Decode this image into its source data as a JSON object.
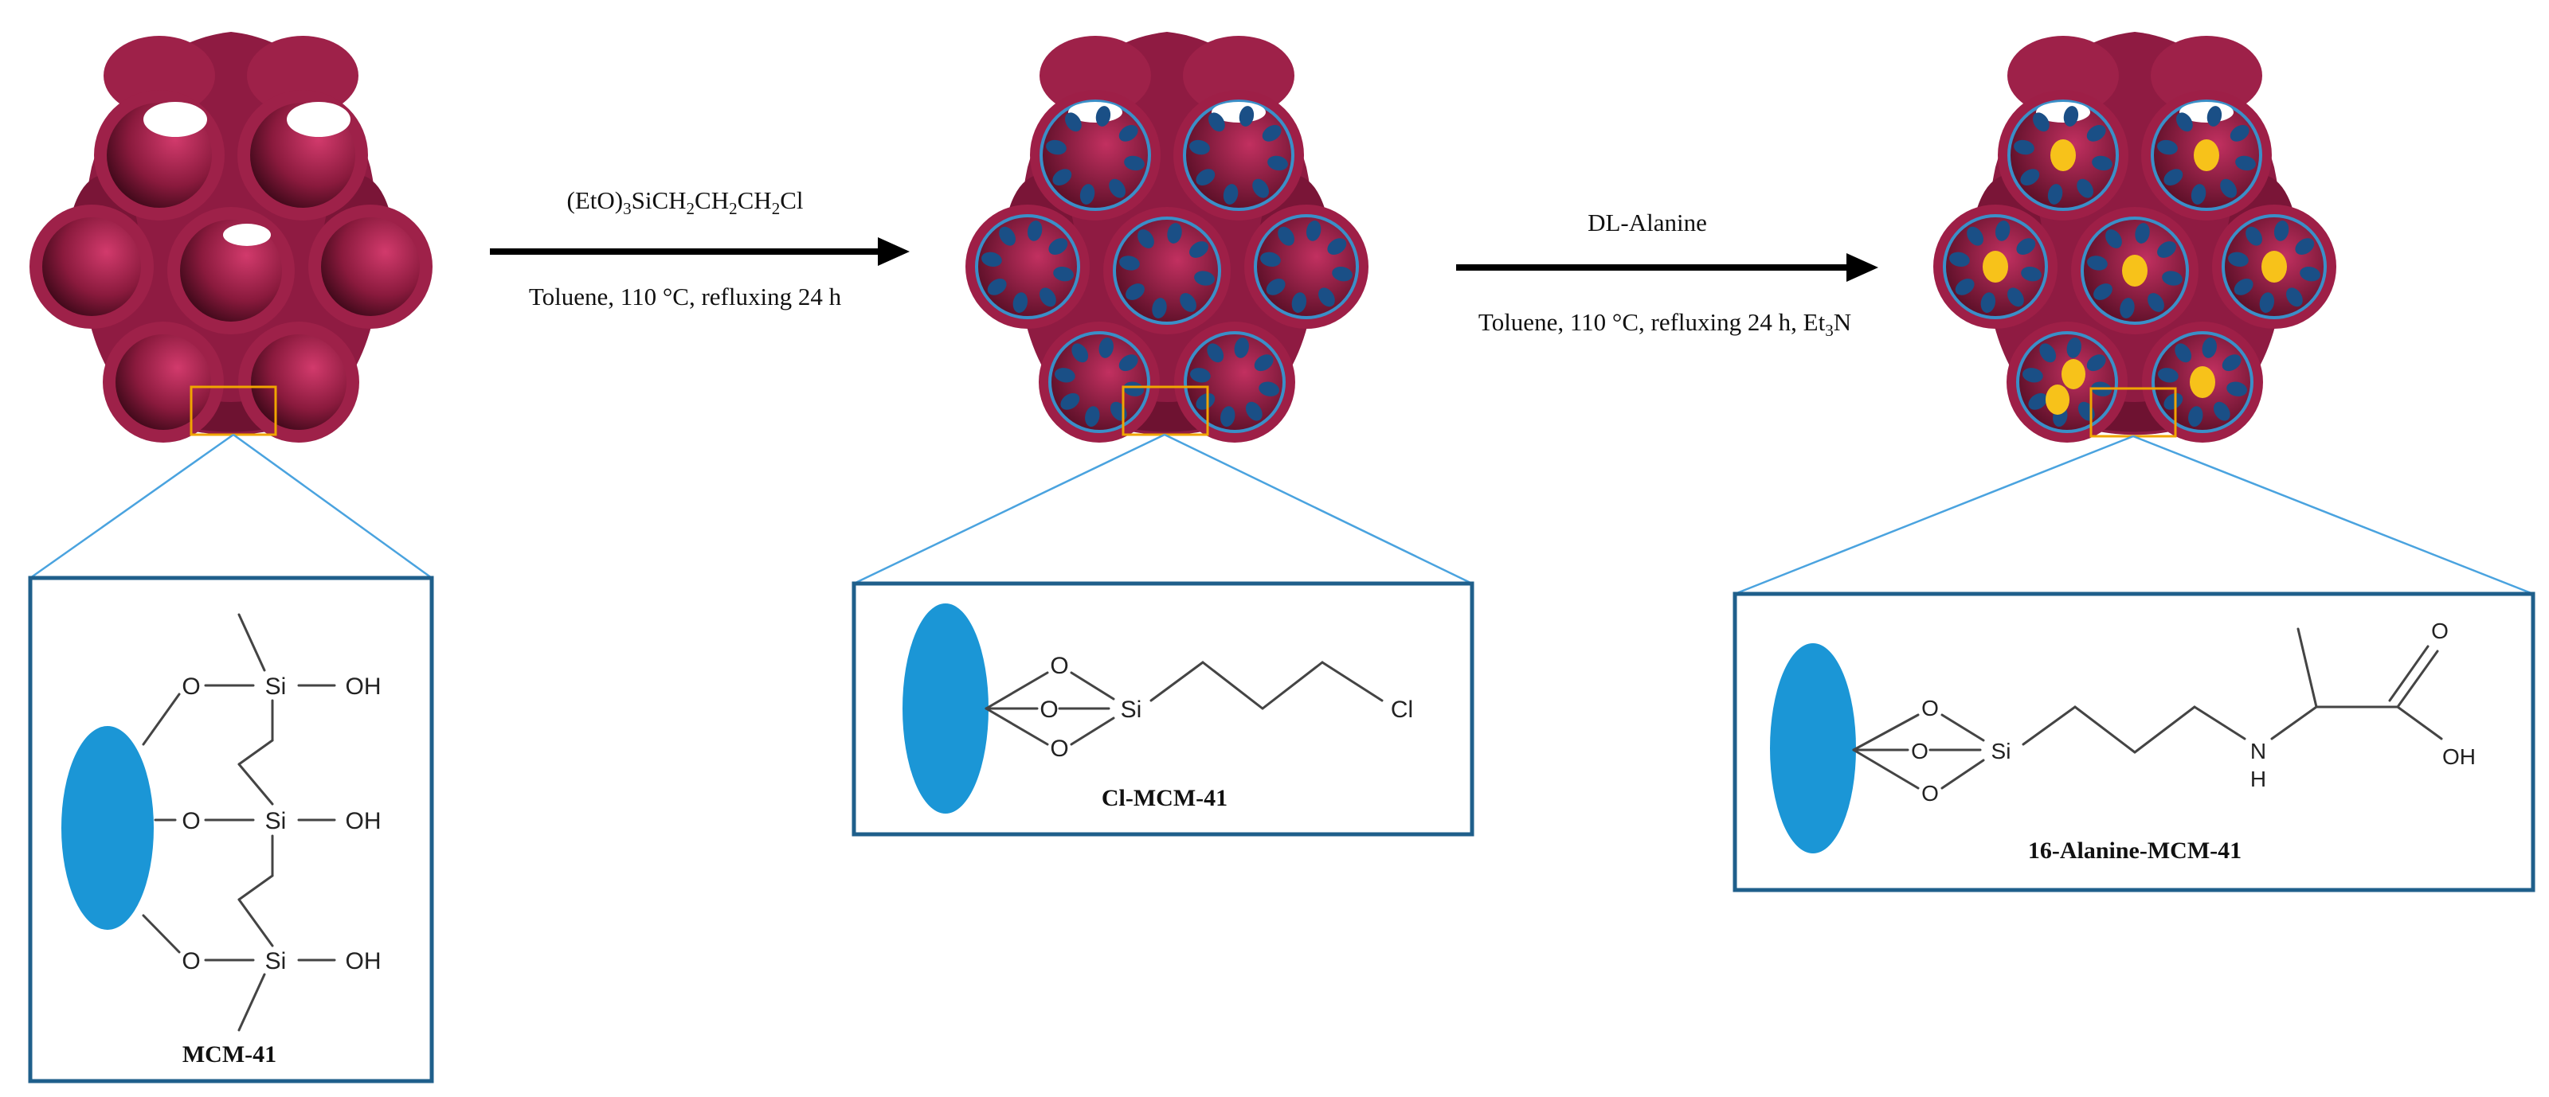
{
  "step1": {
    "reagent_prefix": "(EtO)",
    "reagent_sub1": "3",
    "reagent_mid1": "SiCH",
    "reagent_sub2": "2",
    "reagent_mid2": "CH",
    "reagent_sub3": "2",
    "reagent_mid3": "CH",
    "reagent_sub4": "2",
    "reagent_end": "Cl",
    "conditions": "Toluene, 110 °C, refluxing 24 h"
  },
  "step2": {
    "reagent": "DL-Alanine",
    "conditions_main": "Toluene, 110 °C, refluxing 24 h, Et",
    "conditions_sub": "3",
    "conditions_end": "N"
  },
  "panels": {
    "mcm41": {
      "caption": "MCM-41",
      "atoms": {
        "o": "O",
        "si": "Si",
        "oh": "OH"
      }
    },
    "cl_mcm41": {
      "caption": "Cl-MCM-41",
      "atoms": {
        "o": "O",
        "si": "Si",
        "cl": "Cl"
      }
    },
    "alanine_mcm41": {
      "caption": "16-Alanine-MCM-41",
      "atoms": {
        "o": "O",
        "si": "Si",
        "n": "N",
        "h": "H",
        "oh": "OH"
      }
    }
  },
  "colors": {
    "tube": "#9e1f47",
    "pore_dot": "#1a4f86",
    "alanine_dot": "#f7c21a",
    "support": "#1b96d6",
    "panel_border": "#1f5f8b",
    "zoom_line": "#4aa3df",
    "select_box": "#f0a500"
  }
}
